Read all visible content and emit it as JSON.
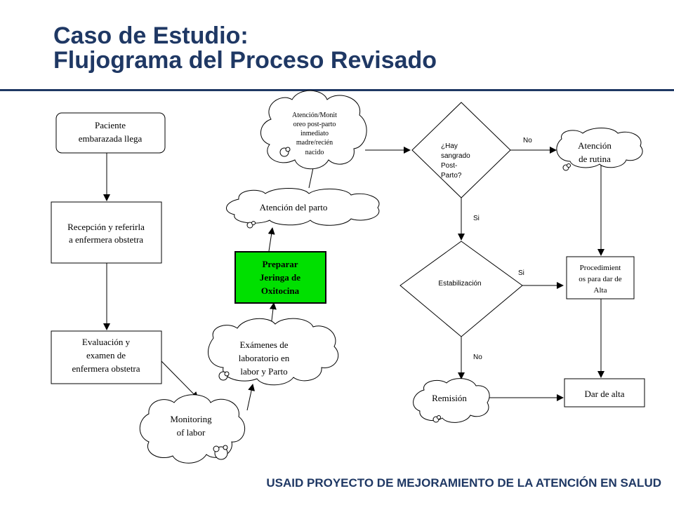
{
  "title": {
    "line1": "Caso de Estudio:",
    "line2": "Flujograma del Proceso Revisado"
  },
  "nodes": {
    "paciente": [
      "Paciente",
      "embarazada llega"
    ],
    "recepcion": [
      "Recepción y referirla",
      "a enfermera obstetra"
    ],
    "evaluacion": [
      "Evaluación y",
      "examen de",
      "enfermera obstetra"
    ],
    "monitoring": [
      "Monitoring",
      "of labor"
    ],
    "examenes": [
      "Exámenes de",
      "laboratorio en",
      "labor y Parto"
    ],
    "preparar": [
      "Preparar",
      "Jeringa de",
      "Oxitocina"
    ],
    "parto": "Atención del parto",
    "atencion_post": [
      "Atención/Monit",
      "oreo post-parto",
      "inmediato",
      "madre/recién",
      "nacido"
    ],
    "decision": [
      "¿Hay",
      "sangrado",
      "Post-",
      "Parto?"
    ],
    "rutina": [
      "Atención",
      "de rutina"
    ],
    "estabilizacion": "Estabilización",
    "procedimientos": [
      "Procedimient",
      "os para dar de",
      "Alta"
    ],
    "remision": "Remisión",
    "dar_alta": "Dar de alta"
  },
  "edges": {
    "no_top": "No",
    "si_down": "Si",
    "si_right": "Si",
    "no_bottom": "No"
  },
  "colors": {
    "title": "#1f3864",
    "highlight_box": "#00e000"
  },
  "footer": "USAID PROYECTO DE MEJORAMIENTO DE LA ATENCIÓN EN SALUD"
}
